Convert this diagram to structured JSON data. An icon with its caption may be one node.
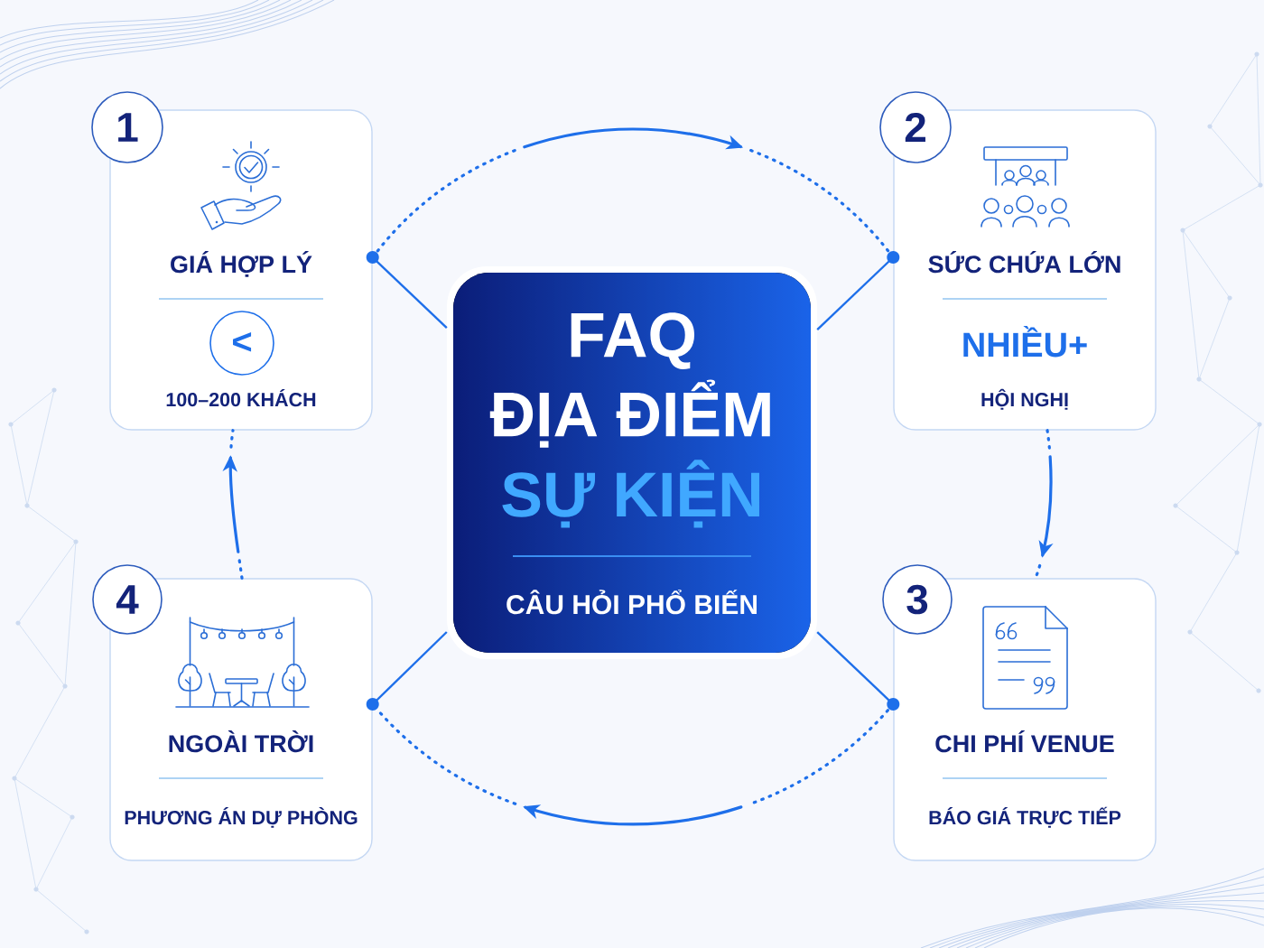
{
  "diagram": {
    "nodes": [
      {
        "text": [
          "FAQ ĐỊA ĐIỂM",
          "SỰ KIỆN",
          "CÂU HỎI PHỔ BIẾN"
        ]
      },
      {
        "text": [
          "1"
        ]
      },
      {
        "text": [
          "GIÁ HỢP LÝ",
          "100–200 KHÁCH"
        ]
      },
      {
        "text": [
          "<"
        ],
        "in": 2
      },
      {
        "text": [
          "2"
        ]
      },
      {
        "text": [
          "SỨC CHỨA LỚN",
          "NHIỀU+",
          "HỘI NGHỊ"
        ]
      },
      {
        "text": [
          "3"
        ]
      },
      {
        "text": [
          "CHI PHÍ VENUE",
          "BÁO GIÁ TRỰC TIẾP"
        ]
      },
      {
        "text": [
          "4"
        ]
      },
      {
        "text": [
          "NGOÀI TRỜI",
          "PHƯƠNG ÁN DỰ PHÒNG"
        ]
      }
    ],
    "edges": [
      {
        "from": 0,
        "to": 2,
        "arrow": "other"
      },
      {
        "from": 0,
        "to": 5,
        "arrow": "other"
      },
      {
        "from": 0,
        "to": 7,
        "arrow": "other"
      },
      {
        "from": 0,
        "to": 9,
        "arrow": "other"
      },
      {
        "from": 2,
        "to": 5,
        "arrow": "to",
        "style": "dashed"
      },
      {
        "from": 5,
        "to": 7,
        "arrow": "to",
        "style": "dashed"
      },
      {
        "from": 7,
        "to": 9,
        "arrow": "to",
        "style": "dashed"
      },
      {
        "from": 9,
        "to": 2,
        "arrow": "to",
        "style": "dashed"
      }
    ]
  }
}
